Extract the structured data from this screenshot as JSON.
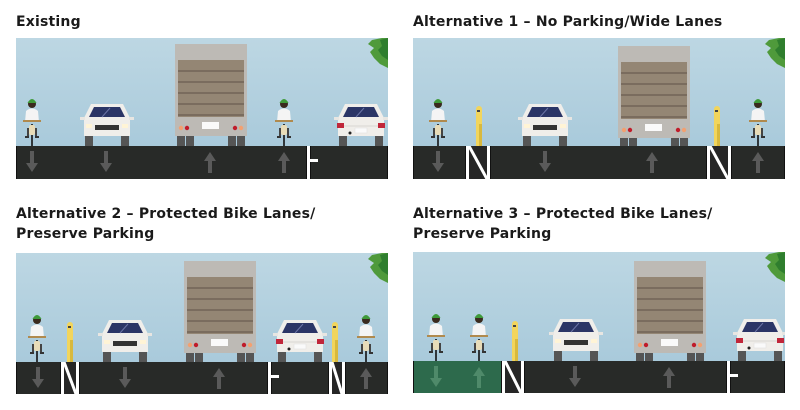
{
  "panels": [
    {
      "id": "existing",
      "title_lines": [
        "Existing"
      ],
      "lanes": [
        {
          "type": "bike",
          "direction": "down"
        },
        {
          "type": "travel",
          "direction": "down"
        },
        {
          "type": "travel",
          "direction": "up"
        },
        {
          "type": "bike",
          "direction": "up"
        },
        {
          "type": "parking"
        }
      ]
    },
    {
      "id": "alternative-1",
      "title_lines": [
        "Alternative 1 – No Parking/Wide Lanes"
      ],
      "lanes": [
        {
          "type": "bike",
          "direction": "down"
        },
        {
          "type": "buffer-bollard"
        },
        {
          "type": "travel",
          "direction": "down"
        },
        {
          "type": "travel",
          "direction": "up"
        },
        {
          "type": "buffer-bollard"
        },
        {
          "type": "bike",
          "direction": "up"
        }
      ]
    },
    {
      "id": "alternative-2",
      "title_lines": [
        "Alternative 2 – Protected Bike Lanes/",
        "Preserve Parking"
      ],
      "lanes": [
        {
          "type": "bike",
          "direction": "down"
        },
        {
          "type": "buffer-bollard"
        },
        {
          "type": "travel",
          "direction": "down"
        },
        {
          "type": "travel",
          "direction": "up"
        },
        {
          "type": "parking"
        },
        {
          "type": "buffer-bollard"
        },
        {
          "type": "bike",
          "direction": "up"
        }
      ]
    },
    {
      "id": "alternative-3",
      "title_lines": [
        "Alternative 3 – Protected Bike Lanes/",
        "Preserve Parking"
      ],
      "lanes": [
        {
          "type": "two-way-cycle-track",
          "directions": [
            "down",
            "up"
          ]
        },
        {
          "type": "buffer-bollard"
        },
        {
          "type": "travel",
          "direction": "down"
        },
        {
          "type": "travel",
          "direction": "up"
        },
        {
          "type": "parking"
        }
      ]
    }
  ],
  "colors": {
    "sky_top": "#bdd7e3",
    "sky_bottom": "#a9cadb",
    "asphalt": "#282a28",
    "green_lane": "#2d6a4c",
    "arrow": "#5a5a5a",
    "marking": "#ffffff",
    "bollard": "#f2d55c",
    "truck_body": "#bdbab5",
    "truck_panel": "#948674",
    "car_body": "#f0eeea",
    "car_glass": "#2b3566",
    "helmet": "#3f9a3a",
    "tree": "#4f9a3b"
  }
}
